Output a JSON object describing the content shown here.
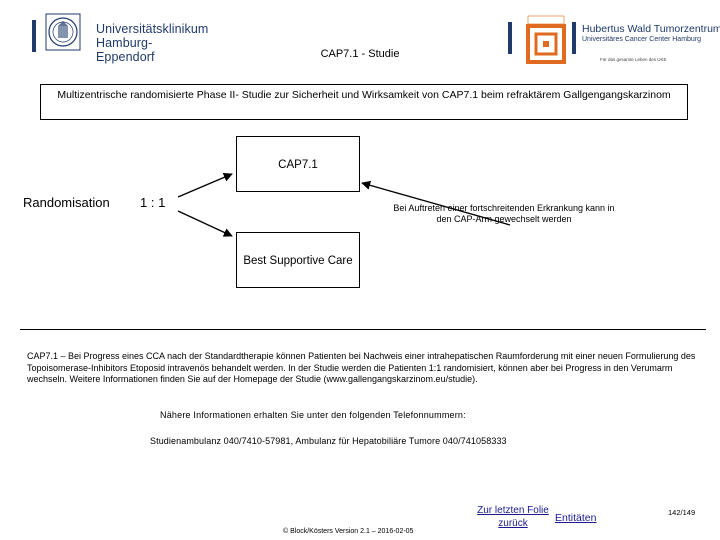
{
  "header": {
    "uke_logo": {
      "line1": "Universitätsklinikum",
      "line2": "Hamburg-Eppendorf"
    },
    "hw_logo": {
      "name": "Hubertus Wald Tumorzentrum",
      "subtitle": "Universitäres Cancer Center Hamburg",
      "tagline": "Für das gesamte Leben des UKE"
    }
  },
  "slide": {
    "title": "CAP7.1 - Studie",
    "trial_description": "Multizentrische randomisierte Phase II- Studie zur Sicherheit und Wirksamkeit von CAP7.1 beim refraktärem Gallgengangskarzinom",
    "diagram": {
      "arm_a": "CAP7.1",
      "arm_b": "Best Supportive Care",
      "randomisation_label": "Randomisation",
      "ratio": "1 : 1",
      "crossover_note": "Bei Auftreten einer fortschreitenden Erkrankung kann in den CAP-Arm gewechselt werden"
    },
    "footnote": "CAP7.1 – Bei Progress eines CCA nach der Standardtherapie können Patienten bei Nachweis einer intrahepatischen Raumforderung mit einer neuen Formulierung des Topoisomerase-Inhibitors Etoposid intravenös behandelt werden. In der Studie werden die Patienten 1:1 randomisiert, können aber bei Progress in den Verumarm wechseln. Weitere Informationen finden Sie auf der Homepage der Studie (www.gallengangskarzinom.eu/studie).",
    "more_info": "Nähere Informationen erhalten Sie unter den folgenden Telefonnummern:",
    "contacts": "Studienambulanz 040/7410-57981, Ambulanz für Hepatobiliäre Tumore 040/741058333"
  },
  "footer": {
    "copyright": "© Block/Kösters Version 2.1 – 2016-02-05",
    "back_link": "Zur letzten Folie zurück",
    "entities_link": "Entitäten",
    "page_number": "142/149"
  },
  "colors": {
    "brand_blue": "#1f3a6b",
    "hw_orange": "#e06a1f",
    "link_blue": "#1a1a8c"
  }
}
